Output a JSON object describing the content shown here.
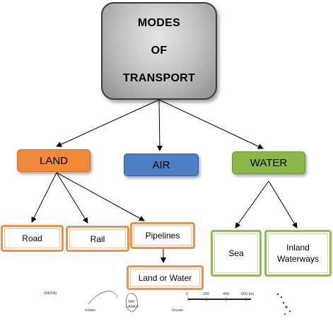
{
  "root": {
    "line1": "MODES",
    "line2": "OF",
    "line3": "TRANSPORT"
  },
  "categories": {
    "land": "LAND",
    "air": "AIR",
    "water": "WATER"
  },
  "land_modes": {
    "road": "Road",
    "rail": "Rail",
    "pipelines": "Pipelines",
    "pipelines_sub": "Land or Water"
  },
  "water_modes": {
    "sea": "Sea",
    "inland": "Inland Waterways"
  },
  "map_fragment": {
    "india": "(INDIA)",
    "indian": "Indian",
    "sri": "SRI",
    "lanka": "LANKA",
    "ocean": "Ocean",
    "scale": [
      "0",
      "200",
      "400",
      "600 km"
    ]
  },
  "colors": {
    "land": "#f0893b",
    "air": "#4c7fc3",
    "water": "#8bb84b",
    "root": "#bdbdbd"
  }
}
